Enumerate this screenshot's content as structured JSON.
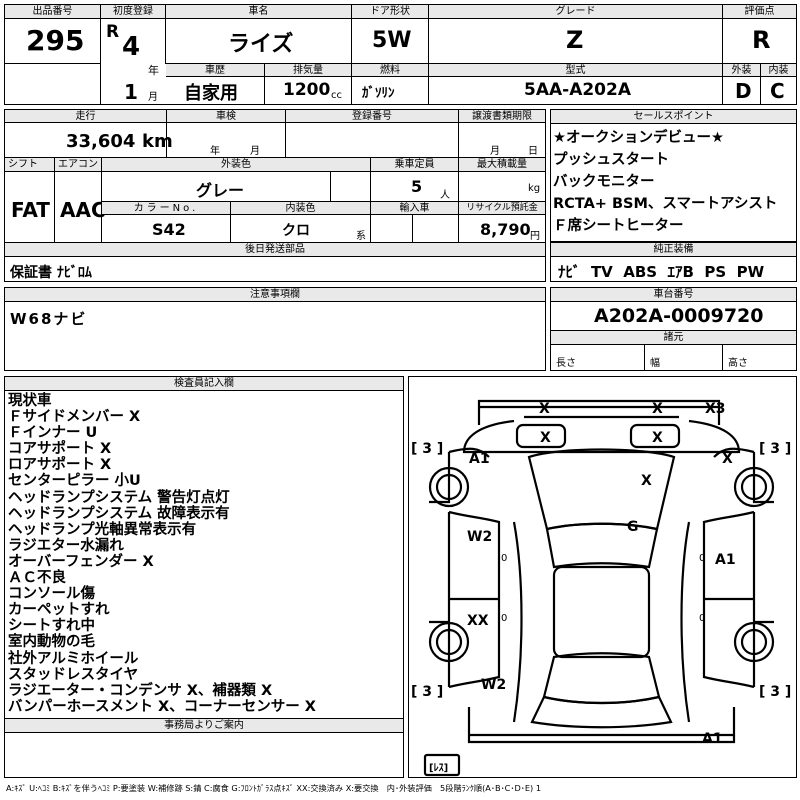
{
  "header": {
    "lot_no_label": "出品番号",
    "lot_no": "295",
    "first_reg_label": "初度登録",
    "era": "R",
    "year": "4",
    "year_unit": "年",
    "month": "1",
    "month_unit": "月",
    "car_name_label": "車名",
    "car_name": "ライズ",
    "door_label": "ドア形状",
    "door": "5W",
    "grade_label": "グレード",
    "grade": "Z",
    "score_label": "評価点",
    "score": "R",
    "history_label": "車歴",
    "history": "自家用",
    "displacement_label": "排気量",
    "displacement": "1200",
    "displacement_unit": "cc",
    "fuel_label": "燃料",
    "fuel": "ｶﾞｿﾘﾝ",
    "model_label": "型式",
    "model": "5AA-A202A",
    "ext_grade_label": "外装",
    "ext_grade": "D",
    "int_grade_label": "内装",
    "int_grade": "C"
  },
  "row2": {
    "mileage_label": "走行",
    "mileage": "33,604",
    "mileage_unit": "km",
    "inspection_label": "車検",
    "insp_year_unit": "年",
    "insp_month_unit": "月",
    "reg_no_label": "登録番号",
    "transfer_label": "譲渡書類期限",
    "transfer_month_unit": "月",
    "transfer_day_unit": "日",
    "shift_label": "シフト",
    "shift": "FAT",
    "ac_label": "エアコン",
    "ac": "AAC",
    "ext_color_label": "外装色",
    "ext_color": "グレー",
    "capacity_label": "乗車定員",
    "capacity": "5",
    "capacity_unit": "人",
    "max_load_label": "最大積載量",
    "max_load_unit": "kg",
    "color_no_label": "カラーNo.",
    "color_no": "S42",
    "int_color_label": "内装色",
    "int_color": "クロ",
    "int_color_suffix": "系",
    "import_label": "輸入車",
    "recycle_label": "リサイクル預託金",
    "recycle": "8,790",
    "recycle_unit": "円"
  },
  "sales_point": {
    "label": "セールスポイント",
    "items": [
      "★オークションデビュー★",
      "プッシュスタート",
      "バックモニター",
      "RCTA+ BSM、スマートアシスト",
      "Ｆ席シートヒーター"
    ]
  },
  "later_parts": {
    "label": "後日発送部品",
    "value": "保証書 ﾅﾋﾞﾛﾑ"
  },
  "equipment": {
    "label": "純正装備",
    "value": "ﾅﾋﾞ  TV  ABS  ｴｱB  PS  PW"
  },
  "caution": {
    "label": "注意事項欄",
    "value": "W68ナビ"
  },
  "chassis": {
    "label": "車台番号",
    "value": "A202A-0009720",
    "spec_label": "諸元",
    "length_label": "長さ",
    "width_label": "幅",
    "height_label": "高さ"
  },
  "inspector": {
    "label": "検査員記入欄",
    "lines": [
      "現状車",
      "Ｆサイドメンバー X",
      "Ｆインナー U",
      "コアサポート X",
      "ロアサポート X",
      "センターピラー 小U",
      "ヘッドランプシステム 警告灯点灯",
      "ヘッドランプシステム 故障表示有",
      "ヘッドランプ光軸異常表示有",
      "ラジエター水漏れ",
      "オーバーフェンダー X",
      "ＡＣ不良",
      "コンソール傷",
      "カーペットすれ",
      "シートすれ中",
      "室内動物の毛",
      "社外アルミホイール",
      "スタッドレスタイヤ",
      "ラジエーター・コンデンサ X、補器類 X",
      "バンパーホースメント X、コーナーセンサー X"
    ]
  },
  "office": {
    "label": "事務局よりご案内"
  },
  "diagram": {
    "marks": [
      "X",
      "X",
      "X3",
      "X",
      "X",
      "A1",
      "X",
      "X",
      "G",
      "W2",
      "A1",
      "XX",
      "W2",
      "A1"
    ],
    "tread": [
      "[ 3 ]",
      "[ 3 ]",
      "[ 3 ]",
      "[ 3 ]"
    ],
    "zeros": [
      "0",
      "0",
      "0",
      "0"
    ],
    "spare": "[ﾚｽ]"
  },
  "legend": "A:ｷｽﾞ U:ﾍｺﾐ B:ｷｽﾞを伴うﾍｺﾐ P:要塗装 W:補修跡 S:錆 C:腐食 G:ﾌﾛﾝﾄｶﾞﾗｽ点ｷｽﾞ XX:交換済み X:要交換　内･外装評価　5段階ﾗﾝｸ順(A･B･C･D･E) 1"
}
